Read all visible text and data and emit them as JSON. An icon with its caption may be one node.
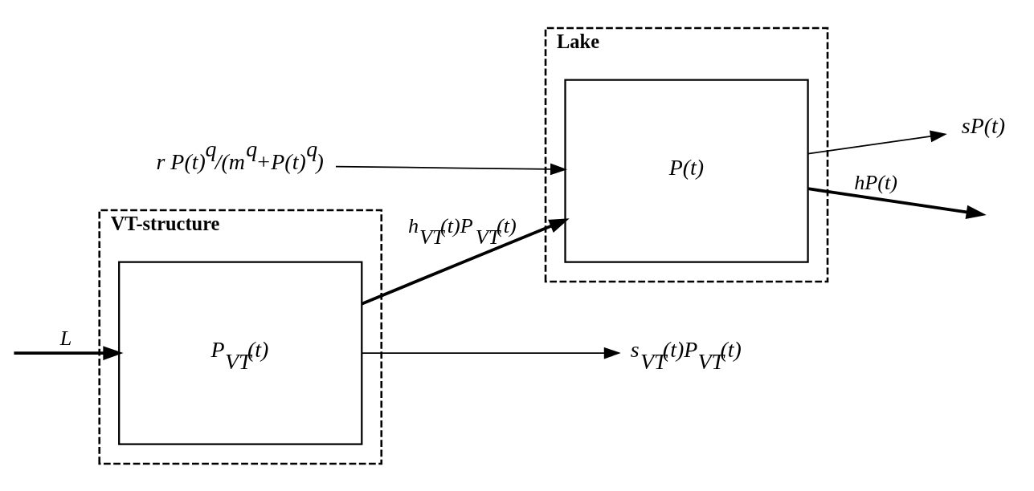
{
  "diagram": {
    "nodes": [
      {
        "text": [
          "VT-structure"
        ]
      },
      {
        "text": [
          "P$_{VT}$(t)"
        ],
        "in": 0
      },
      {
        "text": [
          "Lake"
        ]
      },
      {
        "text": [
          "P(t)"
        ],
        "in": 2
      },
      {
        "text": [
          "s$_{VT}$(t)P$_{VT}$(t)"
        ]
      },
      {
        "text": [
          "sP(t)"
        ]
      },
      {
        "text": [
          "r P(t)$^{q}$/(m$^{q}$+P(t)$^{q}$)"
        ]
      }
    ],
    "edges": [
      {
        "from": null,
        "to": 1,
        "arrow": "to",
        "label": "L",
        "style": "thick"
      },
      {
        "from": 1,
        "to": 3,
        "arrow": "to",
        "label": "h$_{VT}$(t)P$_{VT}$(t)",
        "style": "thick"
      },
      {
        "from": 3,
        "to": null,
        "arrow": "to",
        "label": "hP(t)",
        "style": "thick"
      },
      {
        "from": 1,
        "to": 4,
        "arrow": "to"
      },
      {
        "from": 3,
        "to": 5,
        "arrow": "to"
      },
      {
        "from": 6,
        "to": 3,
        "arrow": "to"
      }
    ]
  }
}
